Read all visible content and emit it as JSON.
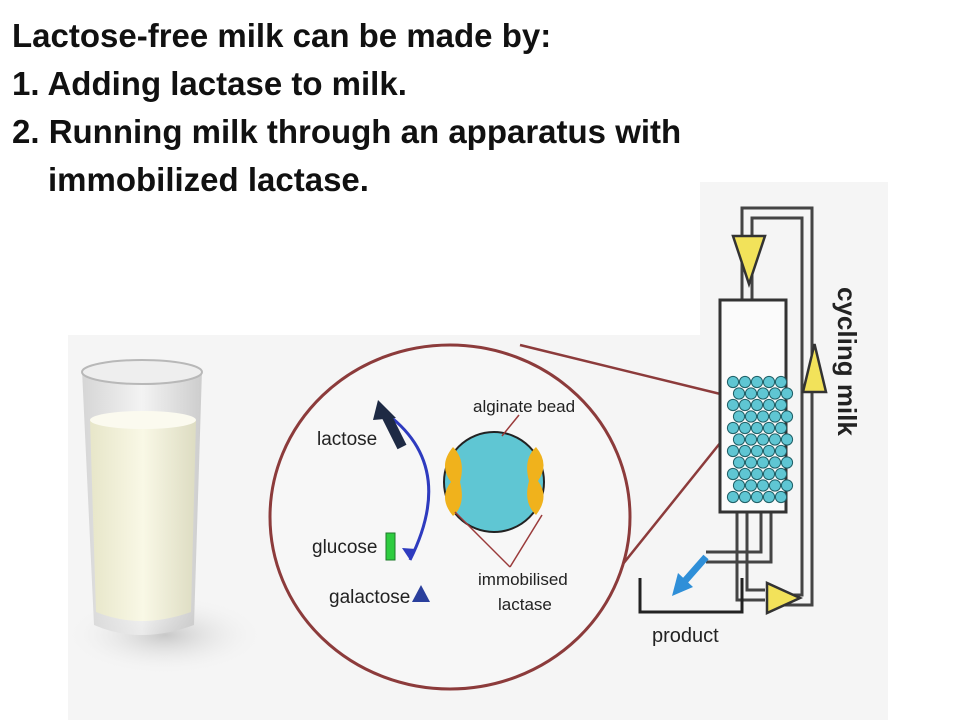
{
  "slide": {
    "heading": "Lactose-free milk can be made by:",
    "point1": "1. Adding lactase to milk.",
    "point2_line1": "2. Running milk through an apparatus with",
    "point2_line2": "immobilized lactase."
  },
  "diagram": {
    "lactose_label": "lactose",
    "glucose_label": "glucose",
    "galactose_label": "galactose",
    "bead_label": "alginate bead",
    "enzyme_label_line1": "immobilised",
    "enzyme_label_line2": "lactase",
    "product_label": "product",
    "cycling_label": "cycling milk"
  },
  "colors": {
    "bead": "#5fc6d3",
    "enzyme": "#f0b21c",
    "zoom_circle": "#8c3b3b",
    "glucose": "#2ecc40",
    "galactose": "#2a3f9c",
    "reaction_arrow": "#2e3bbf",
    "output_arrow": "#2f8fd8",
    "pump": "#f2e25a"
  }
}
